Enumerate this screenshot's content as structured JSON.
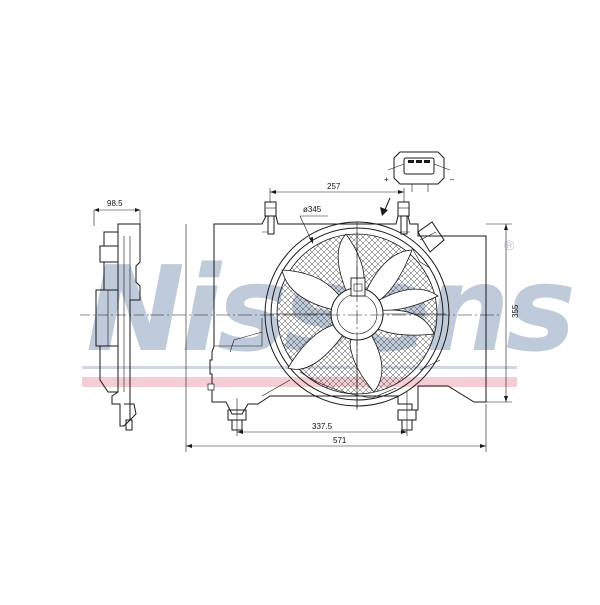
{
  "watermark": {
    "brand_text": "Nissens",
    "registered_mark": "®",
    "text_color": "#b9c6d6",
    "band_color": "#f3c9cf"
  },
  "dimensions": {
    "side_depth": "98.5",
    "top_mount_spacing": "257",
    "fan_diameter": "ø345",
    "height": "355",
    "bottom_mount_spacing": "337.5",
    "overall_width": "571"
  },
  "connector": {
    "plus_label": "+",
    "minus_label": "–"
  },
  "colors": {
    "line": "#1a1a1a",
    "background": "#ffffff"
  }
}
